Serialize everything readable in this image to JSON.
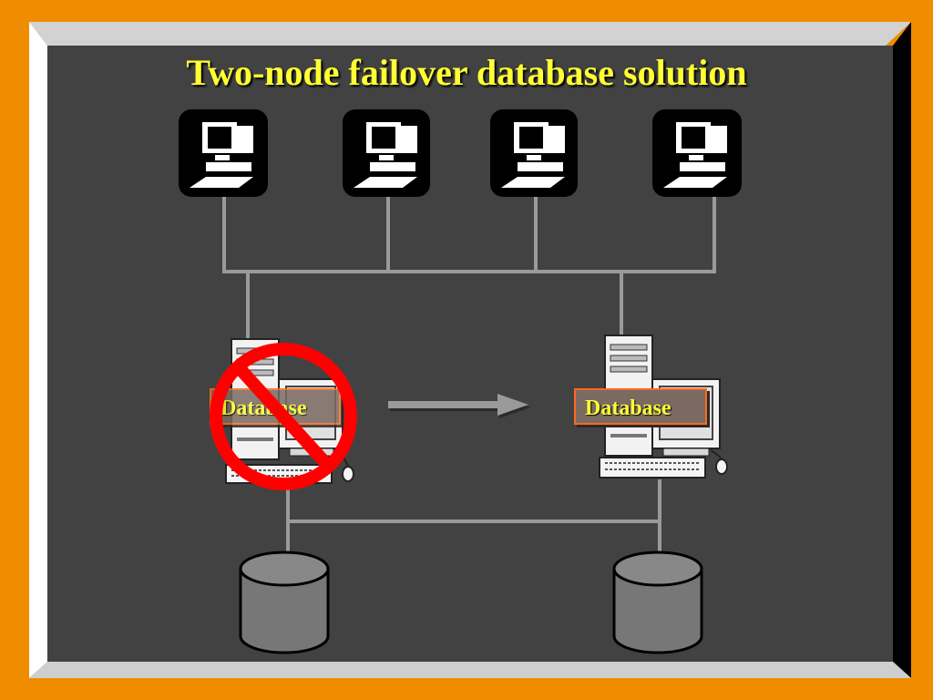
{
  "title": "Two-node failover database solution",
  "nodes": {
    "primary": {
      "label": "Database",
      "status": "failed"
    },
    "secondary": {
      "label": "Database",
      "status": "active"
    }
  },
  "clients": [
    {
      "icon": "workstation-icon"
    },
    {
      "icon": "workstation-icon"
    },
    {
      "icon": "workstation-icon"
    },
    {
      "icon": "workstation-icon"
    }
  ],
  "storage": [
    {
      "icon": "storage-cylinder-icon"
    },
    {
      "icon": "storage-cylinder-icon"
    }
  ],
  "colors": {
    "frame": "#f08c00",
    "panel": "#424242",
    "title": "#ffff33",
    "label_border": "#ff6a1a",
    "no_symbol": "#ff0000",
    "wire": "#9a9a9a"
  }
}
